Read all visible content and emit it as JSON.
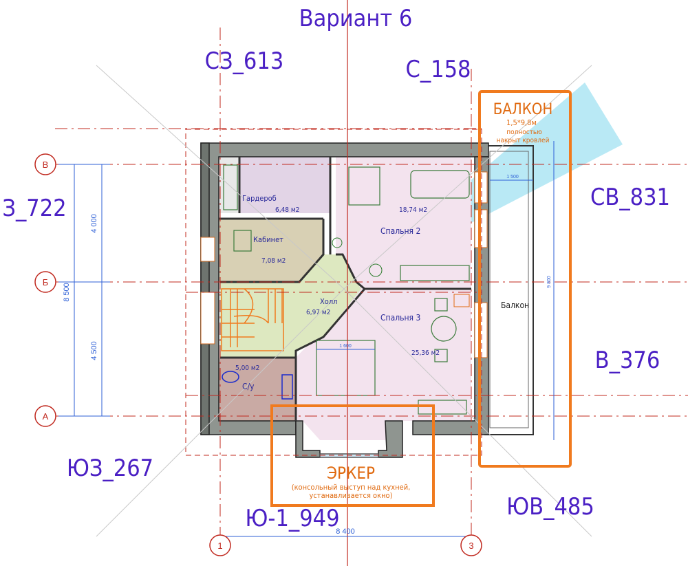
{
  "title": "Вариант 6",
  "directions": {
    "nw": "СЗ_613",
    "n": "С_158",
    "w": "З_722",
    "ne": "СВ_831",
    "e": "В_376",
    "sw": "ЮЗ_267",
    "s": "Ю-1_949",
    "se": "ЮВ_485"
  },
  "axes": {
    "rows": [
      "В",
      "Б",
      "А"
    ],
    "columns": [
      "1",
      "3"
    ]
  },
  "dimensions": {
    "total_height": "8 500",
    "upper_span": "4 000",
    "lower_span": "4 500",
    "total_width": "8 400",
    "balcony_depth": "1 500",
    "balcony_length": "9 800",
    "erker_width": "1 600"
  },
  "rooms": [
    {
      "name": "Гардероб",
      "area": "6,48 м2"
    },
    {
      "name": "Кабинет",
      "area": "7,08 м2"
    },
    {
      "name": "Спальня 2",
      "area": "18,74 м2"
    },
    {
      "name": "Холл",
      "area": "6,97 м2"
    },
    {
      "name": "Спальня 3",
      "area": "25,36 м2"
    },
    {
      "name": "С/у",
      "area": "5,00 м2"
    },
    {
      "name": "Балкон",
      "area": ""
    }
  ],
  "balcony_note": {
    "title": "БАЛКОН",
    "line1": "1,5*9,8м",
    "line2": "полностью",
    "line3": "накрыт кровлей"
  },
  "erker_note": {
    "title": "ЭРКЕР",
    "line1": "(консольный выступ над кухней,",
    "line2": "устанавливается окно)"
  },
  "colors": {
    "wall_fill": "#8f9590",
    "hall_fill": "#dde8c0",
    "bedroom_fill": "#f3e3ee",
    "study_fill": "#d8d0b4",
    "bath_fill": "#c9aaa4",
    "stair_color": "#f07a1e",
    "annotation_violet": "#4a1fc4",
    "axis_red": "#c0281e",
    "dimension_blue": "#2d5fd6",
    "sun_sector": "#a8e3f2"
  }
}
